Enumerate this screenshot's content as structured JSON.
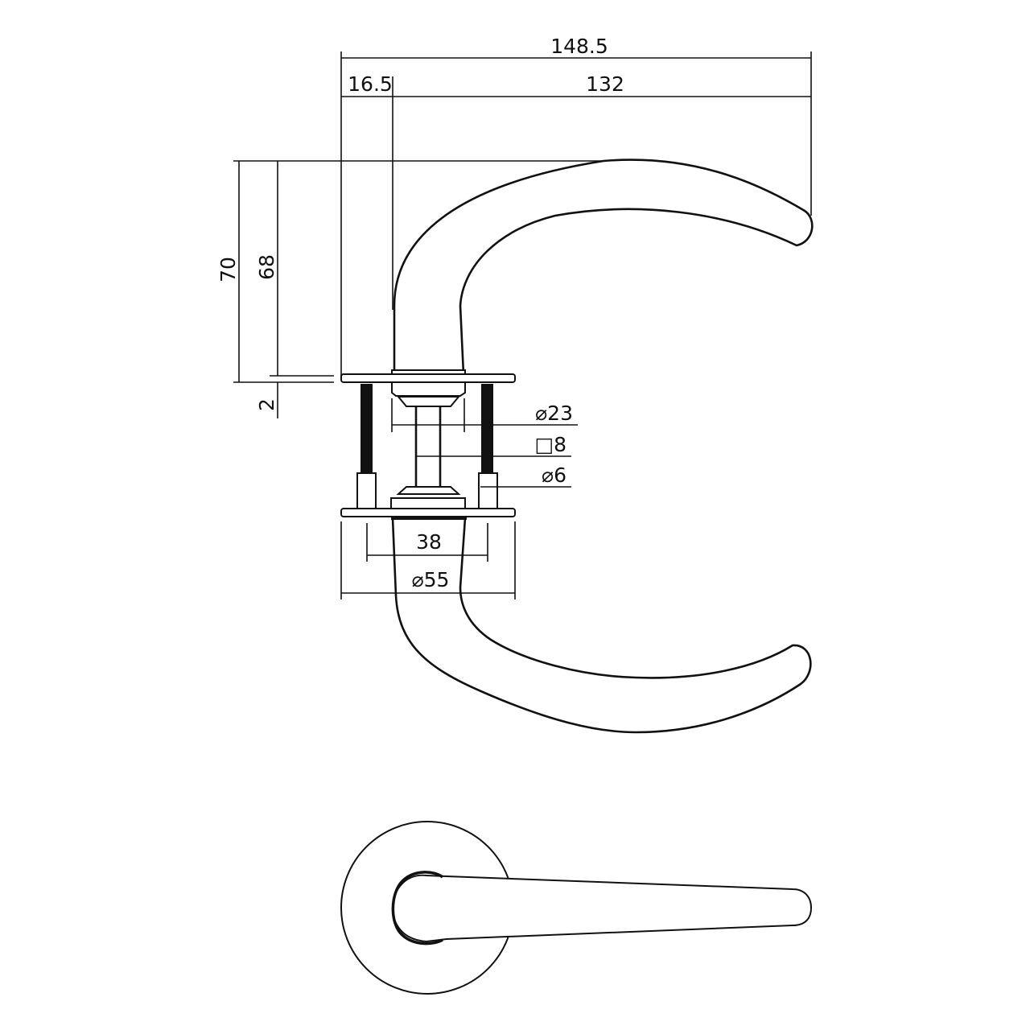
{
  "drawing": {
    "stroke_color": "#111111",
    "dimensions": {
      "overall_length": "148.5",
      "offset": "16.5",
      "lever_length": "132",
      "height_total": "70",
      "height_lever": "68",
      "rose_thickness": "2",
      "rose_diameter": "⌀55",
      "screw_spacing": "38",
      "collar_diameter": "⌀23",
      "spindle_square": "□8",
      "screw_diameter": "⌀6"
    }
  }
}
